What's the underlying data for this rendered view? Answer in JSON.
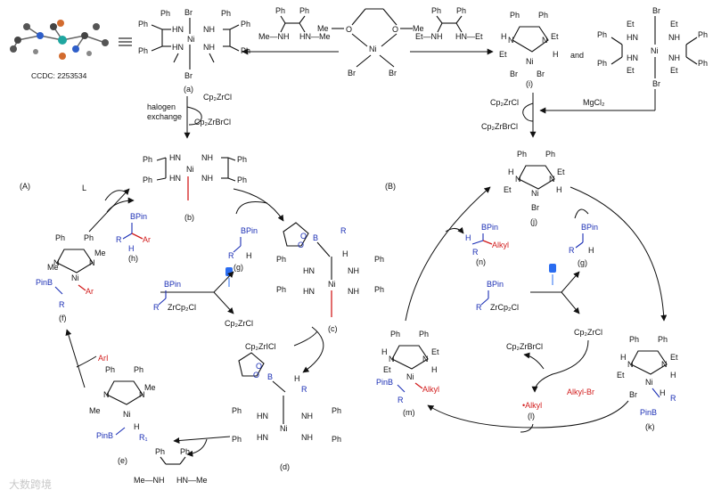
{
  "labels": {
    "ccdc": "CCDC: 2253534",
    "cmp_a": "(a)",
    "cmp_b": "(b)",
    "cmp_c": "(c)",
    "cmp_d": "(d)",
    "cmp_e": "(e)",
    "cmp_f": "(f)",
    "cmp_g": "(g)",
    "cmp_h": "(h)",
    "cmp_i": "(i)",
    "cmp_j": "(j)",
    "cmp_k": "(k)",
    "cmp_l": "(l)",
    "cmp_m": "(m)",
    "cmp_n": "(n)",
    "cmp_g2": "(g)",
    "section_A": "(A)",
    "section_B": "(B)",
    "and": "and",
    "halogen_exchange_1": "halogen",
    "halogen_exchange_2": "exchange",
    "cp2zrcl": "Cp₂ZrCl",
    "cp2zrbrcl": "Cp₂ZrBrCl",
    "mgcl2": "MgCl₂",
    "cp2zricl": "Cp₂ZrICl",
    "arI": "ArI",
    "alkyl_br": "Alkyl-Br",
    "alkyl_radical": "•Alkyl",
    "L": "L",
    "zrcp2cl": "ZrCp₂Cl",
    "bpin": "BPin",
    "pinb": "PinB",
    "ar": "Ar",
    "alkyl": "Alkyl",
    "R": "R",
    "R1": "R₁",
    "H": "H",
    "B": "B",
    "ph": "Ph",
    "me": "Me",
    "et": "Et",
    "br": "Br",
    "ni": "Ni",
    "i": "I",
    "hn_me": "HN—Me",
    "me_nh": "Me—NH",
    "et_nh": "Et—NH",
    "hn_et": "HN—Et",
    "o_me": "O—Me",
    "me_o": "Me—O",
    "o": "O"
  },
  "watermark": "大数跨境",
  "colors": {
    "blue": "#1b2fb5",
    "red": "#d21d1d",
    "ink": "#111111",
    "lamp": "#2a6cf0"
  },
  "icons": [
    "molecule-crystal-structure-icon",
    "light-bulb-icon"
  ]
}
